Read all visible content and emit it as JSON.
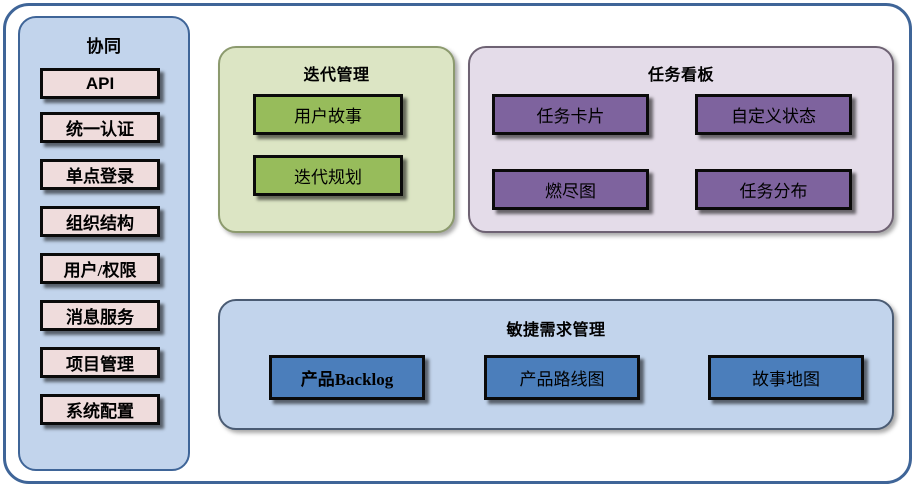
{
  "diagram": {
    "sidebar": {
      "title": "协同",
      "bg_color": "#C2D4EC",
      "node_color": "#EFDCDC",
      "items": [
        {
          "label": "API"
        },
        {
          "label": "统一认证"
        },
        {
          "label": "单点登录"
        },
        {
          "label": "组织结构"
        },
        {
          "label": "用户/权限"
        },
        {
          "label": "消息服务"
        },
        {
          "label": "项目管理"
        },
        {
          "label": "系统配置"
        }
      ]
    },
    "panels": [
      {
        "key": "iteration",
        "title": "迭代管理",
        "bg_color": "#DCE5C4",
        "node_color": "#97BC5B",
        "items": [
          {
            "label": "用户故事"
          },
          {
            "label": "迭代规划"
          }
        ]
      },
      {
        "key": "taskboard",
        "title": "任务看板",
        "bg_color": "#E4DCE9",
        "node_color": "#7E639E",
        "items": [
          {
            "label": "任务卡片"
          },
          {
            "label": "自定义状态"
          },
          {
            "label": "燃尽图"
          },
          {
            "label": "任务分布"
          }
        ]
      },
      {
        "key": "agile",
        "title": "敏捷需求管理",
        "bg_color": "#C2D4EC",
        "node_color": "#4B7EBB",
        "items": [
          {
            "label": "产品Backlog"
          },
          {
            "label": "产品路线图"
          },
          {
            "label": "故事地图"
          }
        ]
      }
    ],
    "frame_color": "#3F6598"
  }
}
